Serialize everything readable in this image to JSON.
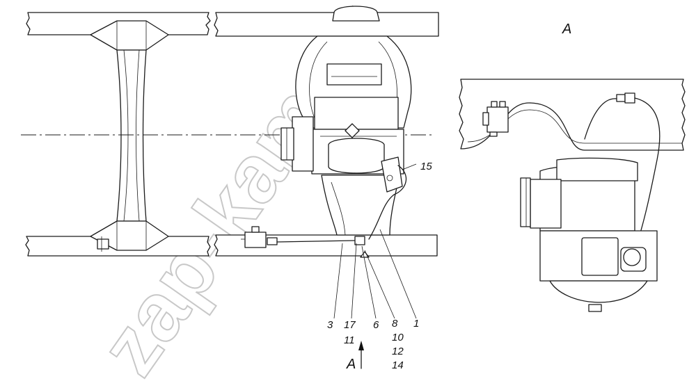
{
  "watermark": "zap-kam.ru",
  "view_label_top": "A",
  "view_label_arrow": "A",
  "callouts": {
    "c15": "15",
    "c3": "3",
    "c17": "17",
    "c11": "11",
    "c6": "6",
    "c8": "8",
    "c10": "10",
    "c12": "12",
    "c14": "14",
    "c1": "1"
  }
}
